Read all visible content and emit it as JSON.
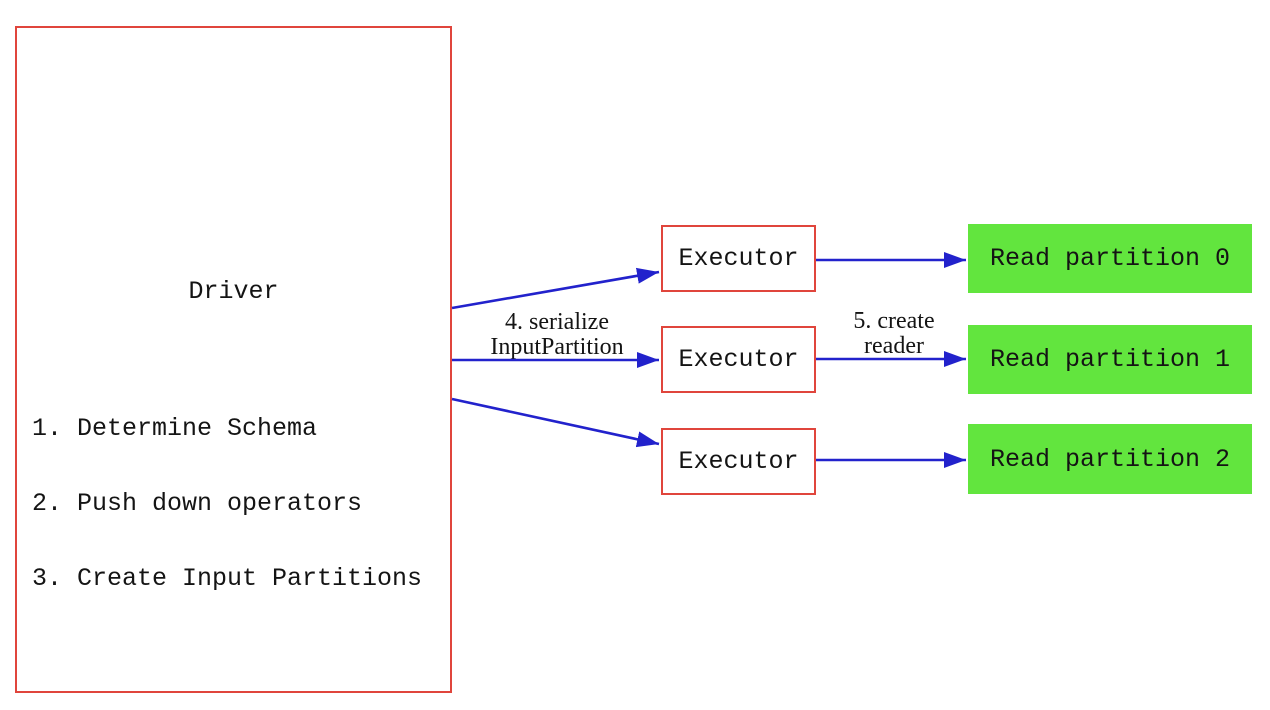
{
  "diagram": {
    "driver": {
      "title": "Driver",
      "steps": [
        "1. Determine Schema",
        "2. Push down operators",
        "3. Create Input Partitions"
      ]
    },
    "executors": [
      {
        "label": "Executor"
      },
      {
        "label": "Executor"
      },
      {
        "label": "Executor"
      }
    ],
    "partitions": [
      {
        "label": "Read partition 0"
      },
      {
        "label": "Read partition 1"
      },
      {
        "label": "Read partition 2"
      }
    ],
    "edge_labels": {
      "serialize_line1": "4. serialize",
      "serialize_line2": "InputPartition",
      "reader_line1": "5. create",
      "reader_line2": "reader"
    },
    "colors": {
      "box_border_red": "#e0453c",
      "arrow_blue": "#2222cc",
      "partition_green": "#62e53e",
      "text_black": "#141414"
    }
  }
}
